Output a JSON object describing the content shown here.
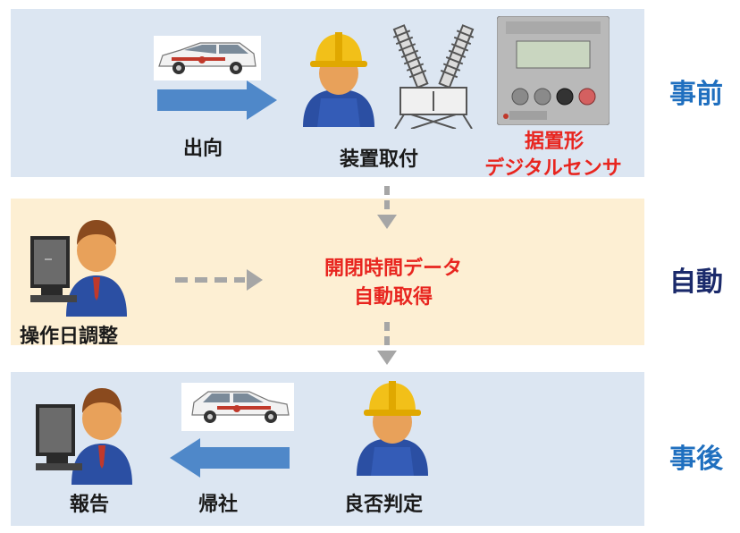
{
  "phases": {
    "before": {
      "label": "事前",
      "label_color": "#1f6fbf",
      "band_color": "#dce6f2",
      "depart_label": "出向",
      "install_label": "装置取付",
      "sensor_label_line1": "据置形",
      "sensor_label_line2": "デジタルセンサ"
    },
    "auto": {
      "label": "自動",
      "label_color": "#1b2a6b",
      "band_color": "#fdefd3",
      "operator_label": "操作日調整",
      "data_line1": "開閉時間データ",
      "data_line2": "自動取得"
    },
    "after": {
      "label": "事後",
      "label_color": "#1f6fbf",
      "band_color": "#dce6f2",
      "report_label": "報告",
      "return_label": "帰社",
      "judge_label": "良否判定"
    }
  },
  "icons": {
    "car": "service-car-icon",
    "worker": "hardhat-worker-icon",
    "office": "office-worker-computer-icon",
    "switchgear": "switchgear-bushing-icon",
    "sensor": "digital-sensor-device-icon",
    "arrow": "block-arrow-icon"
  },
  "colors": {
    "arrow_blue": "#4f88c9",
    "arrow_gray": "#a6a6a6",
    "accent_red": "#e8251f"
  }
}
